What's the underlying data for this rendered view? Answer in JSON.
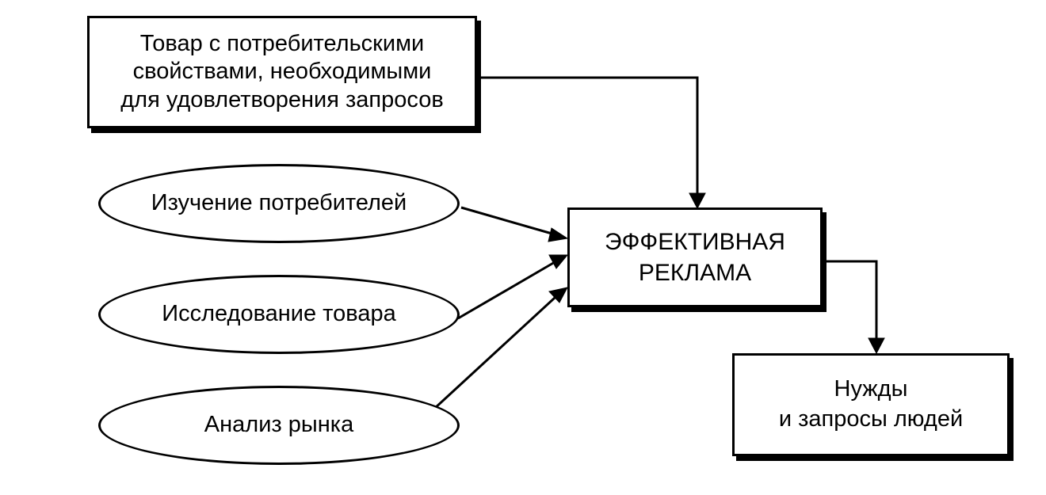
{
  "diagram": {
    "product_box": {
      "text": "Товар с потребительскими\nсвойствами, необходимыми\nдля удовлетворения запросов"
    },
    "effective_ad_box": {
      "text": "ЭФФЕКТИВНАЯ\nРЕКЛАМА"
    },
    "needs_box": {
      "text": "Нужды\nи запросы людей"
    },
    "ovals": [
      {
        "text": "Изучение потребителей"
      },
      {
        "text": "Исследование товара"
      },
      {
        "text": "Анализ рынка"
      }
    ]
  },
  "colors": {
    "ink": "#000000",
    "background": "#ffffff"
  }
}
